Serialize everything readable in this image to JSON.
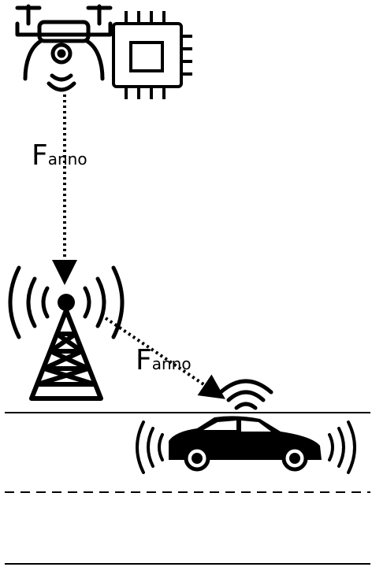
{
  "labels": [
    {
      "main": "F",
      "sub": "anno"
    },
    {
      "main": "F",
      "sub": "anno"
    }
  ],
  "icons": [
    "drone-icon",
    "chip-icon",
    "cell-tower-icon",
    "car-icon",
    "signal-waves-icon"
  ],
  "colors": {
    "ink": "#000000",
    "background": "#ffffff"
  }
}
